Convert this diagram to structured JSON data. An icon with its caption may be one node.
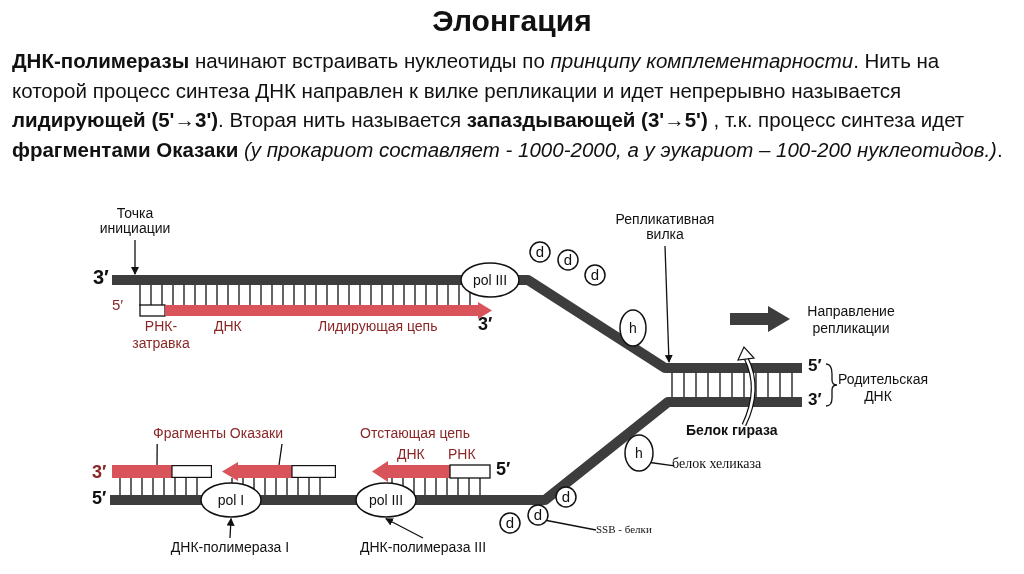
{
  "diagram": {
    "title": "Элонгация",
    "nodes": [
      {
        "text": [
          "Точка инициации"
        ]
      },
      {
        "text": [
          "Репликативная вилка"
        ]
      },
      {
        "text": [
          "d"
        ]
      },
      {
        "text": [
          "d"
        ]
      },
      {
        "text": [
          "d"
        ]
      },
      {
        "text": [
          "pol III"
        ]
      },
      {
        "text": [
          "h"
        ]
      },
      {
        "text": [
          "Фрагменты Оказаки"
        ]
      },
      {
        "text": [],
        "shape": "bar"
      },
      {
        "text": [],
        "shape": "bar"
      },
      {
        "text": [
          "h"
        ]
      },
      {
        "text": [
          "белок хеликаза"
        ]
      },
      {
        "text": [
          "pol I"
        ]
      },
      {
        "text": [
          "pol III"
        ]
      },
      {
        "text": [
          "d"
        ]
      },
      {
        "text": [
          "d"
        ]
      },
      {
        "text": [
          "d"
        ]
      },
      {
        "text": [
          "SSB - белки"
        ]
      },
      {
        "text": [
          "ДНК-полимераза I"
        ]
      },
      {
        "text": [
          "ДНК-полимераза III"
        ]
      }
    ],
    "edges": [
      {
        "from": 0,
        "to": null,
        "arrow": "to"
      },
      {
        "from": 1,
        "to": null,
        "arrow": "to"
      },
      {
        "from": 7,
        "to": 8,
        "arrow": "none"
      },
      {
        "from": 7,
        "to": 9,
        "arrow": "none"
      },
      {
        "from": 11,
        "to": 10,
        "arrow": "none"
      },
      {
        "from": 17,
        "to": 15,
        "arrow": "none"
      },
      {
        "from": 18,
        "to": 12,
        "arrow": "to"
      },
      {
        "from": 19,
        "to": 13,
        "arrow": "to"
      }
    ],
    "labels": [
      "**ДНК-полимеразы** начинают встраивать нуклеотиды по *принципу комплементарности*. Нить на которой процесс синтеза ДНК направлен к вилке репликации и идет непрерывно называется **лидирующей (5'→3')**. Вторая нить называется **запаздывающей (3'→5')** , т.к. процесс синтеза идет **фрагментами Оказаки** *(у прокариот составляет - 1000-2000, а у эукариот – 100-200 нуклеотидов.)*.",
      "3′",
      "5′",
      "РНК- затравка",
      "ДНК",
      "Лидирующая цепь",
      "3′",
      "Направление репликации",
      "5′",
      "3′",
      "Родительская ДНК",
      "Белок гираза",
      "Отстающая цепь",
      "ДНК",
      "РНК",
      "5′",
      "3′",
      "5′"
    ]
  }
}
